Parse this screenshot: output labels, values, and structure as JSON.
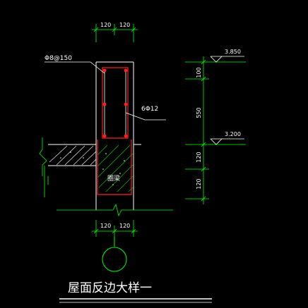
{
  "drawing": {
    "title": "屋面反边大样一",
    "stirrup_label": "Φ8@150",
    "rebar_label": "6Φ12",
    "beam_label": "圈梁"
  },
  "dimensions": {
    "top": [
      "120",
      "120"
    ],
    "bottom": [
      "120",
      "120"
    ],
    "right_vertical": [
      "100",
      "550",
      "120",
      "120"
    ]
  },
  "elevations": {
    "upper": "3.850",
    "lower": "3.200"
  },
  "colors": {
    "background": "#000000",
    "linework": "#ffffff",
    "dimension": "#00ff00",
    "rebar": "#ff2020"
  }
}
